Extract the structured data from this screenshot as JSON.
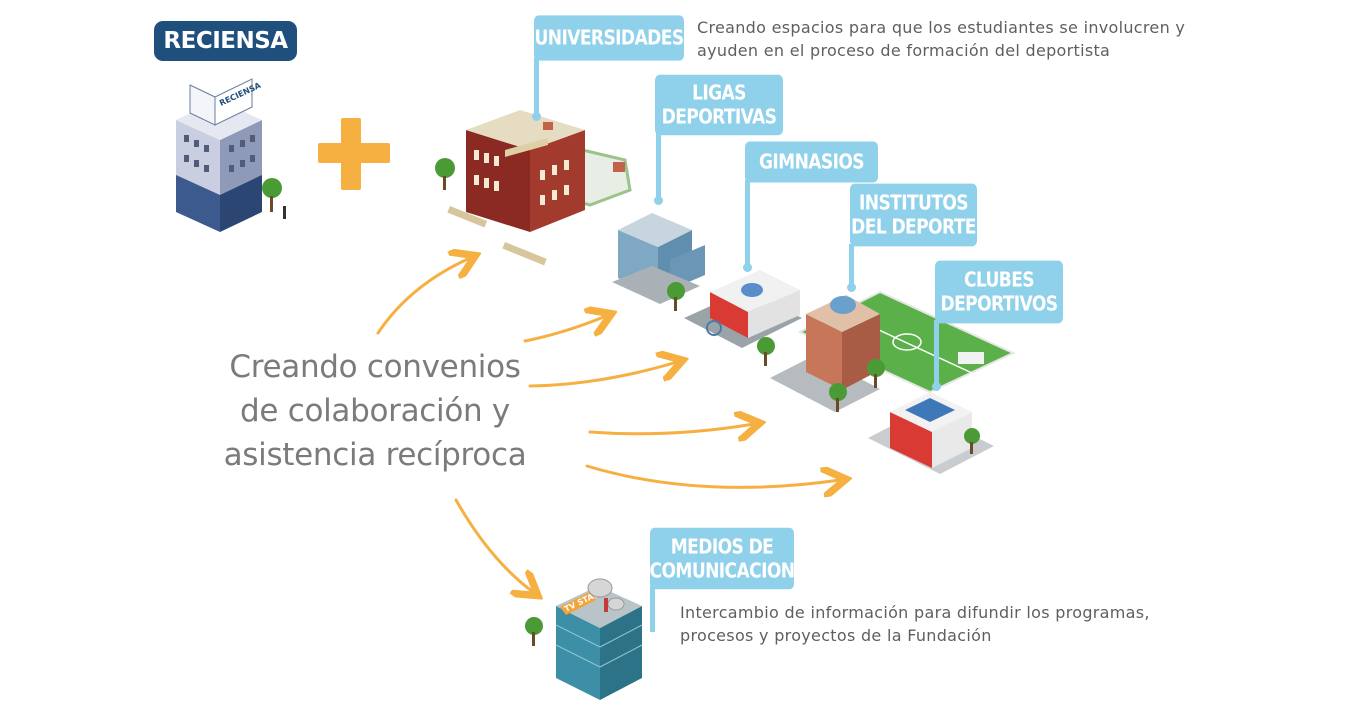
{
  "brand": {
    "label": "RECIENSA"
  },
  "center_text": [
    "Creando convenios",
    "de colaboración y",
    "asistencia recíproca"
  ],
  "tags": {
    "universidades": "UNIVERSIDADES",
    "ligas": [
      "LIGAS",
      "DEPORTIVAS"
    ],
    "gimnasios": "GIMNASIOS",
    "institutos": [
      "INSTITUTOS",
      "DEL DEPORTE"
    ],
    "clubes": [
      "CLUBES",
      "DEPORTIVOS"
    ],
    "medios": [
      "MEDIOS DE",
      "COMUNICACION"
    ]
  },
  "descriptions": {
    "universidades": [
      "Creando espacios para que los estudiantes se involucren y",
      "ayuden en el proceso de formación del deportista"
    ],
    "medios": [
      "Intercambio de información para difundir los programas,",
      "procesos y proyectos de la Fundación"
    ]
  },
  "building_signs": {
    "reciensa_sign": "RECIENSA",
    "tv_sign": "TV STATION"
  },
  "colors": {
    "brand": "#1f4f7d",
    "tag": "#8fd0ea",
    "arrow": "#f6b042",
    "plus": "#f6b042",
    "text": "#7b7b7b"
  }
}
